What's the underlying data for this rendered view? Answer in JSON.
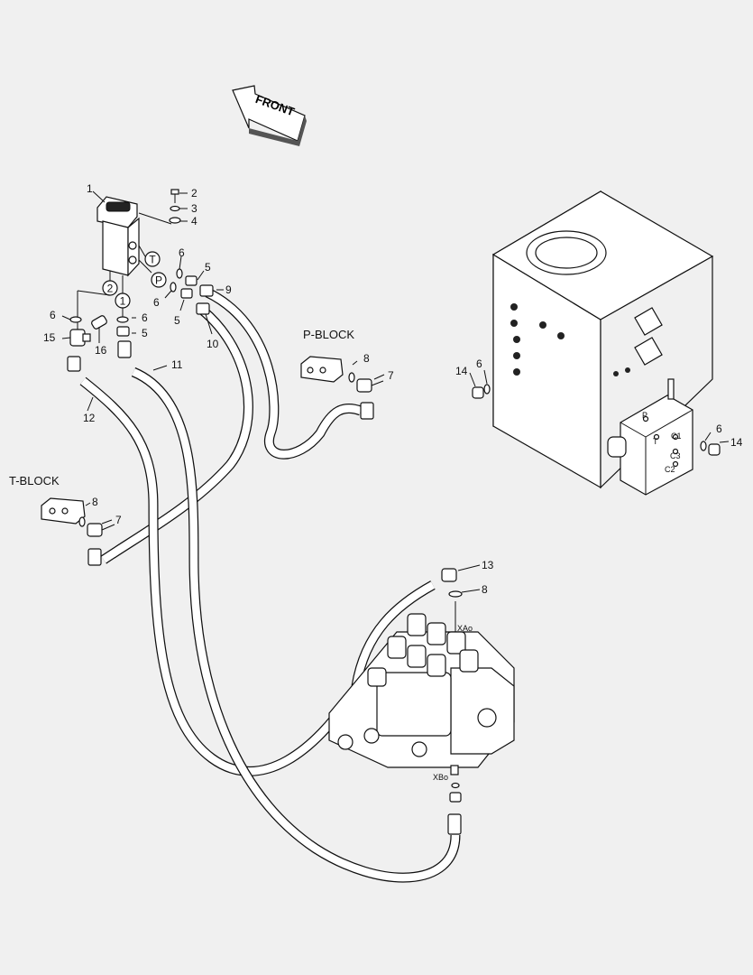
{
  "diagram": {
    "direction_arrow": "FRONT",
    "block_labels": {
      "p_block": "P-BLOCK",
      "t_block": "T-BLOCK"
    },
    "circled_ports": {
      "t": "T",
      "p": "P",
      "one": "1",
      "two": "2"
    },
    "callouts": {
      "c1": "1",
      "c2": "2",
      "c3": "3",
      "c4": "4",
      "c6_top": "6",
      "c5_top": "5",
      "c9": "9",
      "c6_mid": "6",
      "c5_mid": "5",
      "c10": "10",
      "c6_left": "6",
      "c15": "15",
      "c16": "16",
      "c6_right": "6",
      "c5_right": "5",
      "c11": "11",
      "c12": "12",
      "c8_p": "8",
      "c7_p": "7",
      "c8_t": "8",
      "c7_t": "7",
      "c14_left": "14",
      "c6_tank": "6",
      "c6_valve": "6",
      "c14_right": "14",
      "c13": "13",
      "c8_cv": "8"
    },
    "port_labels": {
      "xao": "XAo",
      "xbo": "XBo",
      "p": "P",
      "t": "T",
      "c1": "C1",
      "c3": "C3",
      "c2": "C2"
    },
    "colors": {
      "background": "#f0f0f0",
      "line": "#111111",
      "fill": "#ffffff"
    }
  }
}
